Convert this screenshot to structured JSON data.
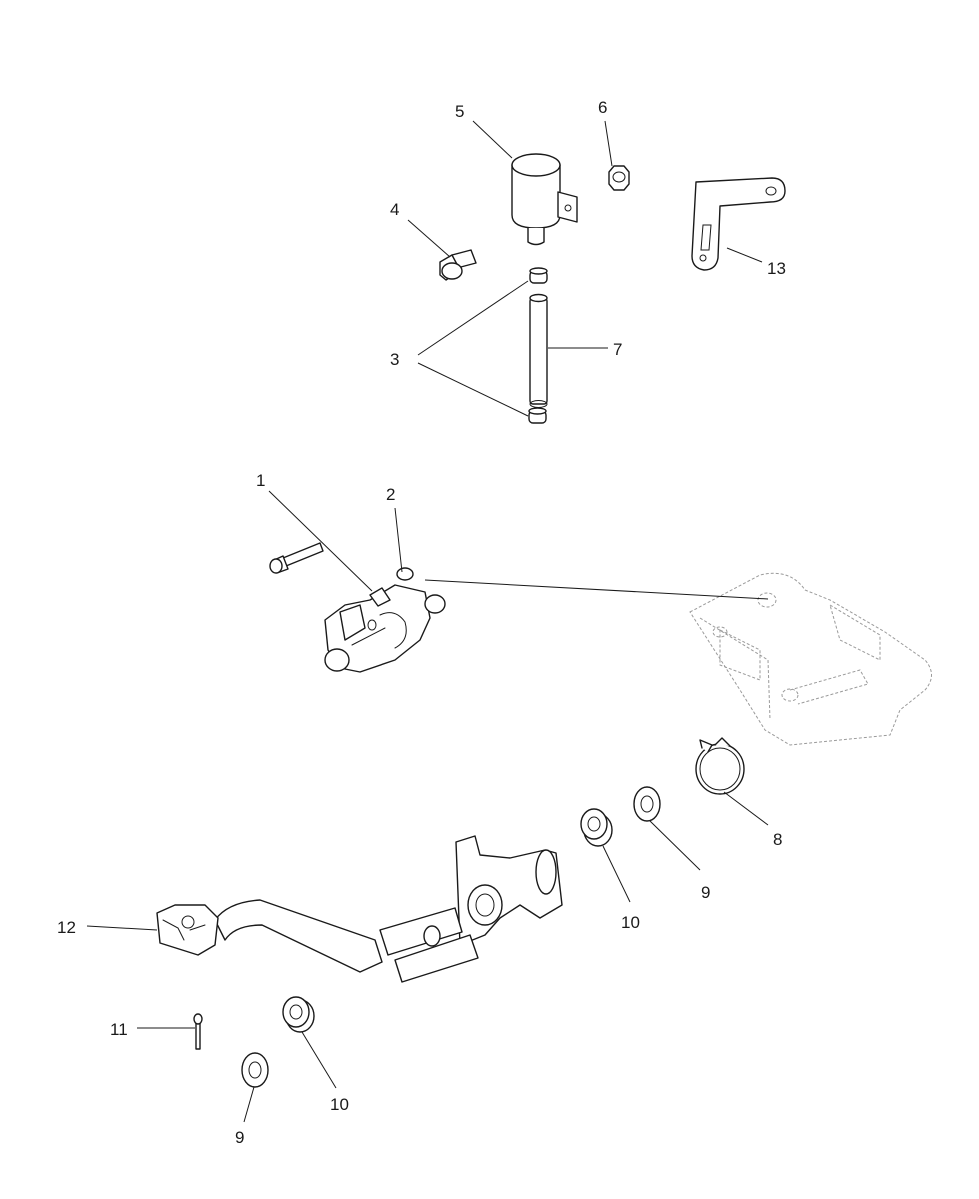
{
  "callouts": [
    {
      "id": "c1",
      "text": "1"
    },
    {
      "id": "c2",
      "text": "2"
    },
    {
      "id": "c3",
      "text": "3"
    },
    {
      "id": "c4",
      "text": "4"
    },
    {
      "id": "c5",
      "text": "5"
    },
    {
      "id": "c6",
      "text": "6"
    },
    {
      "id": "c7",
      "text": "7"
    },
    {
      "id": "c8",
      "text": "8"
    },
    {
      "id": "c9a",
      "text": "9"
    },
    {
      "id": "c9b",
      "text": "9"
    },
    {
      "id": "c10a",
      "text": "10"
    },
    {
      "id": "c10b",
      "text": "10"
    },
    {
      "id": "c11",
      "text": "11"
    },
    {
      "id": "c12",
      "text": "12"
    },
    {
      "id": "c13",
      "text": "13"
    }
  ]
}
